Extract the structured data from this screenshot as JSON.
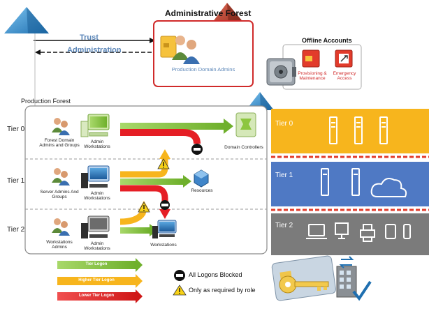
{
  "title": "Administrative Forest",
  "trust": {
    "label": "Trust"
  },
  "administration": {
    "label": "Administration"
  },
  "admin_forest": {
    "group_label": "Production Domain Admins"
  },
  "offline": {
    "title": "Offline Accounts",
    "provisioning_label": "Provisioning & Maintenance",
    "emergency_label": "Emergency Access"
  },
  "production_forest": {
    "title": "Production Forest"
  },
  "tiers": [
    {
      "label": "Tier 0",
      "group_label": "Forest Domain Admins and Groups",
      "workstation_label": "Admin Workstations",
      "target_label": "Domain Controllers",
      "band_label": "Tier 0",
      "band_color": "#f7b51d"
    },
    {
      "label": "Tier 1",
      "group_label": "Server Admins And Groups",
      "workstation_label": "Admin Workstations",
      "target_label": "Resources",
      "band_label": "Tier 1",
      "band_color": "#4f79c4"
    },
    {
      "label": "Tier 2",
      "group_label": "Workstations Admins",
      "workstation_label": "Admin Workstations",
      "target_label": "Workstations",
      "band_label": "Tier 2",
      "band_color": "#7b7b7b"
    }
  ],
  "legend": {
    "tier_logon": "Tier Logon",
    "higher_tier_logon": "Higher Tier Logon",
    "lower_tier_logon": "Lower Tier Logon",
    "blocked": "All Logons Blocked",
    "only_required": "Only as required by role"
  },
  "colors": {
    "tier_logon": "#8dc63f",
    "higher_tier_logon": "#f7b51d",
    "lower_tier_logon": "#e51e25",
    "admin_forest_border": "#d02a2a",
    "pyramid_blue": "#3a8fcf",
    "pyramid_red": "#c0392b"
  },
  "icons": [
    "pyramid-blue-icon",
    "pyramid-red-icon",
    "user-group-icon",
    "workstation-icon",
    "domain-controller-icon",
    "server-icon",
    "cloud-icon",
    "laptop-icon",
    "monitor-icon",
    "printer-icon",
    "tablet-icon",
    "phone-icon",
    "safe-icon",
    "smartcard-icon",
    "key-icon",
    "building-icon",
    "blocked-icon",
    "warning-icon"
  ]
}
